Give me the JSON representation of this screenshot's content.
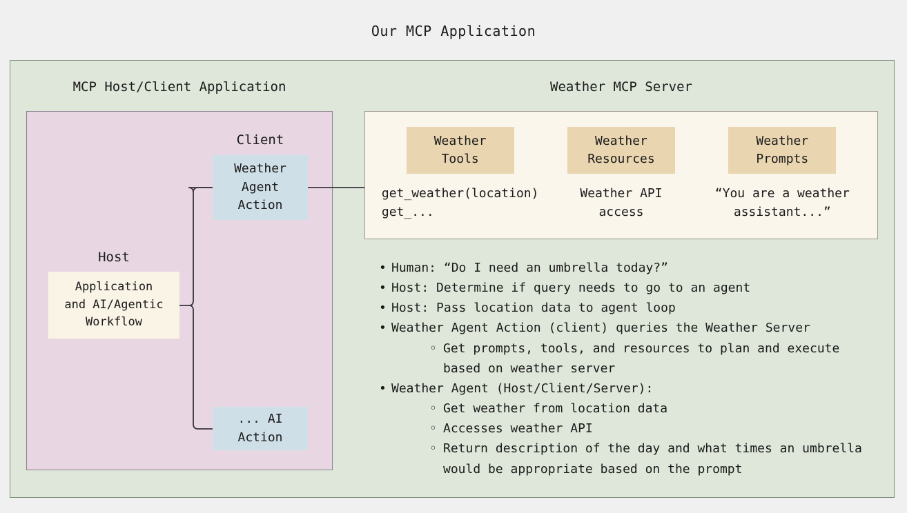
{
  "page_title": "Our MCP Application",
  "colors": {
    "canvas_bg": "#f0f0f0",
    "outer_frame_bg": "#dee7d9",
    "host_client_panel_bg": "#e8d7e2",
    "action_box_bg": "#cfdfe7",
    "host_app_box_bg": "#faf4e6",
    "server_card_bg": "#faf6ec",
    "capability_badge_bg": "#e9d5b0",
    "connector_stroke": "#3a3340",
    "text": "#1b1b1b"
  },
  "left_column": {
    "heading": "MCP Host/Client Application",
    "client_label": "Client",
    "weather_agent_action": {
      "line1": "Weather",
      "line2": "Agent",
      "line3": "Action"
    },
    "host_label": "Host",
    "host_app_box": {
      "line1": "Application",
      "line2": "and AI/Agentic",
      "line3": "Workflow"
    },
    "ai_action": {
      "line1": "... AI",
      "line2": "Action"
    }
  },
  "right_column": {
    "heading": "Weather MCP Server",
    "capabilities": [
      {
        "badge_line1": "Weather",
        "badge_line2": "Tools",
        "description": "get_weather(location)\nget_..."
      },
      {
        "badge_line1": "Weather",
        "badge_line2": "Resources",
        "description": "Weather API\naccess"
      },
      {
        "badge_line1": "Weather",
        "badge_line2": "Prompts",
        "description": "“You are a weather\nassistant...”"
      }
    ],
    "flow": [
      {
        "text": "Human: “Do I need an umbrella today?”",
        "children": []
      },
      {
        "text": "Host: Determine if query needs to go to an agent",
        "children": []
      },
      {
        "text": "Host: Pass location data to agent loop",
        "children": []
      },
      {
        "text": "Weather Agent Action (client) queries the Weather Server",
        "children": [
          "Get prompts, tools, and resources to plan and execute based on weather server"
        ]
      },
      {
        "text": "Weather Agent (Host/Client/Server):",
        "children": [
          "Get weather from location data",
          "Accesses weather API",
          "Return description of the day and what times an umbrella would be appropriate based on the prompt"
        ]
      }
    ]
  }
}
